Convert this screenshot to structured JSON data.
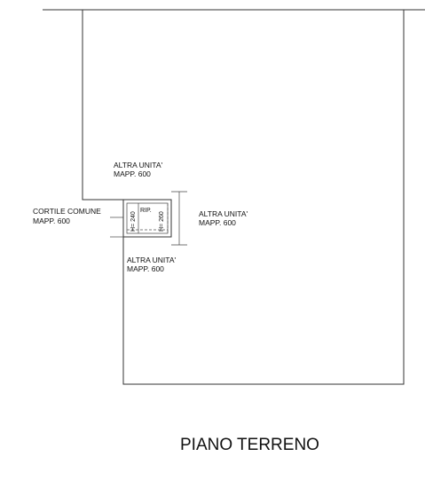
{
  "labels": {
    "altra_unita_top": {
      "line1": "ALTRA UNITA'",
      "line2": "MAPP. 600"
    },
    "altra_unita_right": {
      "line1": "ALTRA UNITA'",
      "line2": "MAPP. 600"
    },
    "cortile_comune": {
      "line1": "CORTILE COMUNE",
      "line2": "MAPP. 600"
    },
    "altra_unita_bottom": {
      "line1": "ALTRA UNITA'",
      "line2": "MAPP. 600"
    }
  },
  "room": {
    "name": "RIP.",
    "height_left": "H= 240",
    "height_right": "H= 260"
  },
  "title": "PIANO TERRENO"
}
